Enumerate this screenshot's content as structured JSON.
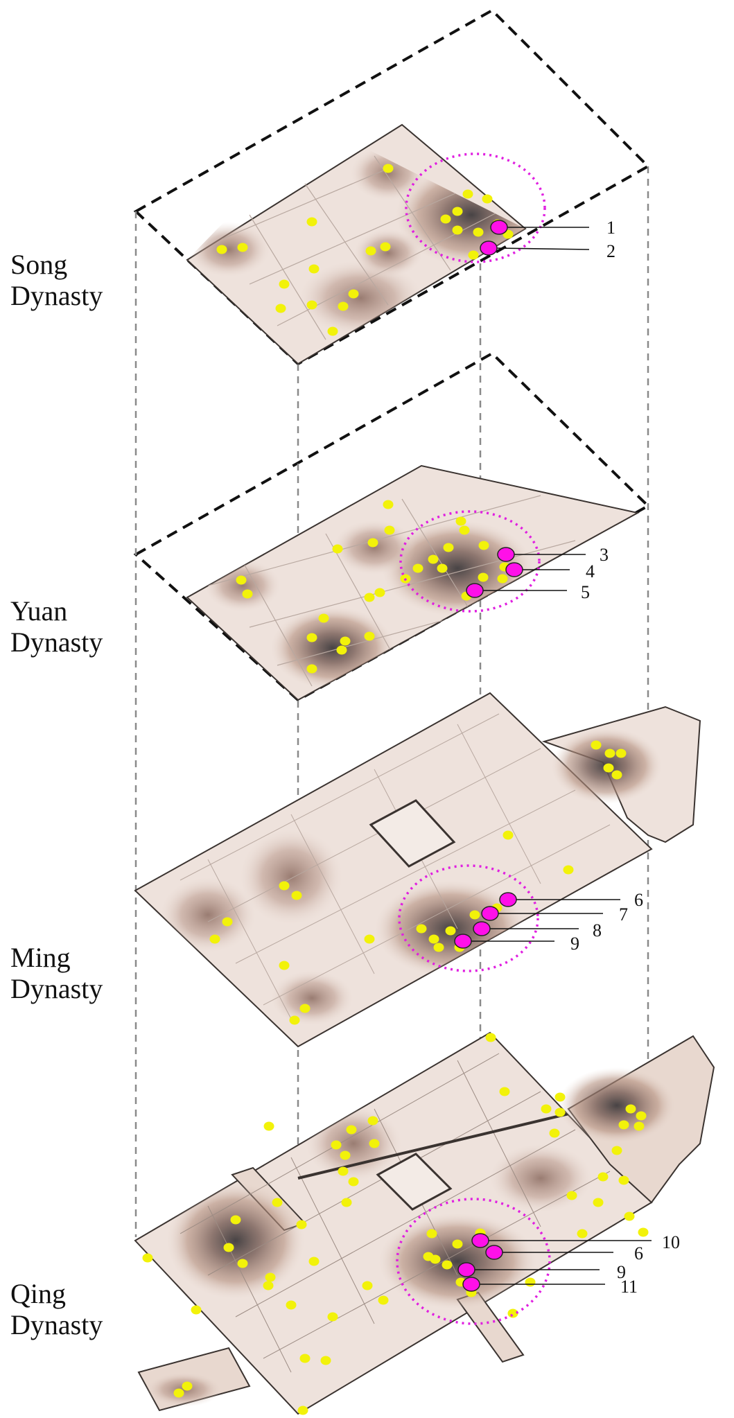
{
  "layers": [
    {
      "id": "song",
      "label_line1": "Song",
      "label_line2": "Dynasty",
      "callouts": [
        "1",
        "2"
      ]
    },
    {
      "id": "yuan",
      "label_line1": "Yuan",
      "label_line2": "Dynasty",
      "callouts": [
        "3",
        "4",
        "5"
      ]
    },
    {
      "id": "ming",
      "label_line1": "Ming",
      "label_line2": "Dynasty",
      "callouts": [
        "6",
        "7",
        "8",
        "9"
      ]
    },
    {
      "id": "qing",
      "label_line1": "Qing",
      "label_line2": "Dynasty",
      "callouts": [
        "10",
        "6",
        "9",
        "11"
      ]
    }
  ],
  "colors": {
    "site_point": "#f2f20a",
    "highlight_point": "#ff10e8",
    "highlight_ring": "#e020e0",
    "density_light": "#eadbd3",
    "density_mid": "#b28d7d",
    "density_dark": "#5a4a48",
    "frame_dashed": "#111111",
    "connector_dashed": "#8a8a8a"
  },
  "icons": {
    "site_point": "yellow-dot",
    "highlight_point": "magenta-dot",
    "hotspot_ring": "dotted-circle"
  }
}
